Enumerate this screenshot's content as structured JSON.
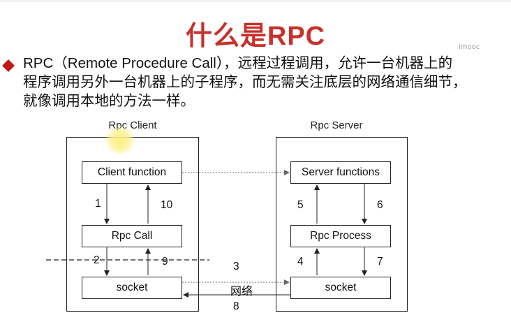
{
  "slide": {
    "title": "什么是RPC",
    "watermark": "imooc",
    "bullet_lines": [
      "RPC（Remote Procedure Call），远程过程调用，允许一台机器上的",
      "程序调用另外一台机器上的子程序，而无需关注底层的网络通信细节，",
      "就像调用本地的方法一样。"
    ]
  },
  "diagram": {
    "client": {
      "title": "Rpc Client",
      "function": "Client function",
      "call": "Rpc Call",
      "socket": "socket"
    },
    "server": {
      "title": "Rpc Server",
      "function": "Server functions",
      "process": "Rpc Process",
      "socket": "socket"
    },
    "steps": [
      "1",
      "2",
      "3",
      "4",
      "5",
      "6",
      "7",
      "8",
      "9",
      "10"
    ],
    "network_label": "网络"
  },
  "colors": {
    "title": "#c9302c",
    "bullet": "#c01818",
    "line": "#222222",
    "highlight": "#ffe878"
  }
}
